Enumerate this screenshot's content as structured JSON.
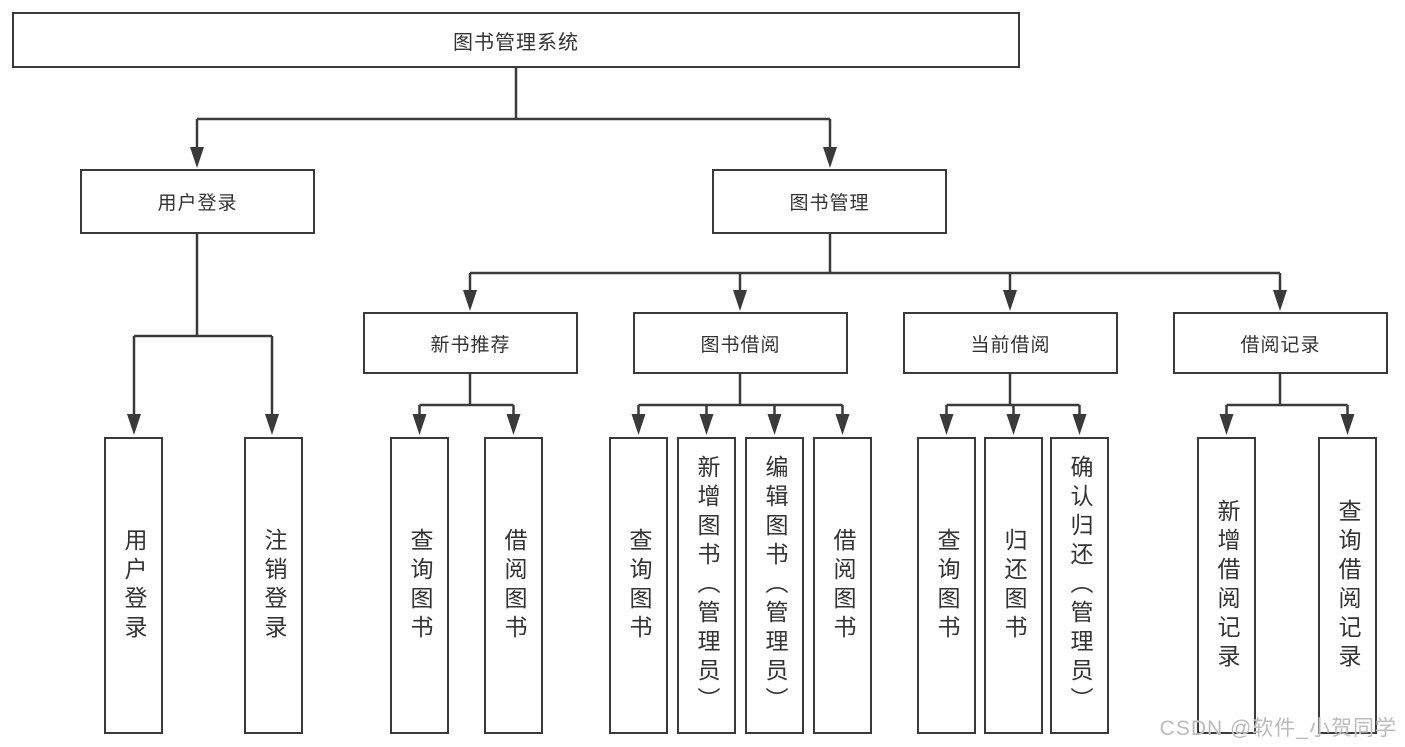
{
  "tree": {
    "root": {
      "label": "图书管理系统"
    },
    "branches": [
      {
        "label": "用户登录",
        "children": [
          {
            "label": "用户登录"
          },
          {
            "label": "注销登录"
          }
        ]
      },
      {
        "label": "图书管理",
        "children": [
          {
            "label": "新书推荐",
            "children": [
              {
                "label": "查询图书"
              },
              {
                "label": "借阅图书"
              }
            ]
          },
          {
            "label": "图书借阅",
            "children": [
              {
                "label": "查询图书"
              },
              {
                "label": "新增图书（管理员）"
              },
              {
                "label": "编辑图书（管理员）"
              },
              {
                "label": "借阅图书"
              }
            ]
          },
          {
            "label": "当前借阅",
            "children": [
              {
                "label": "查询图书"
              },
              {
                "label": "归还图书"
              },
              {
                "label": "确认归还（管理员）"
              }
            ]
          },
          {
            "label": "借阅记录",
            "children": [
              {
                "label": "新增借阅记录"
              },
              {
                "label": "查询借阅记录"
              }
            ]
          }
        ]
      }
    ]
  },
  "watermark": {
    "text": "CSDN @软件_小贺同学"
  },
  "colors": {
    "line": "#3a3a3a",
    "text": "#333333",
    "background": "#ffffff",
    "watermark": "#bcbcbc"
  }
}
